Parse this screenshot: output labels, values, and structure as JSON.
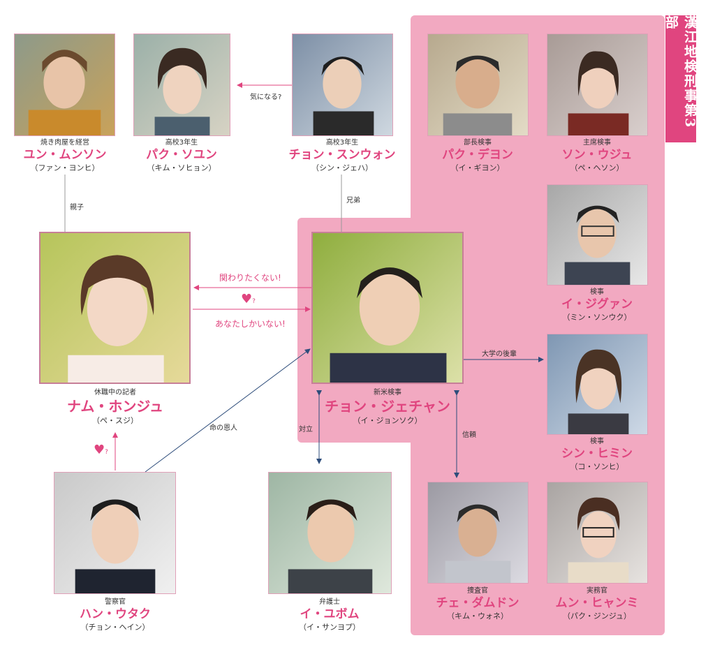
{
  "team": {
    "label": "漢江地検刑事第3部"
  },
  "colors": {
    "accent": "#e0457f",
    "panel": "#f2a9c1",
    "navy": "#2e4d7b",
    "pinkline": "#e0457f"
  },
  "people": {
    "yun": {
      "role": "焼き肉屋を経営",
      "name": "ユン・ムンソン",
      "actor": "（ファン・ヨンヒ）"
    },
    "park_soyun": {
      "role": "高校3年生",
      "name": "パク・ソユン",
      "actor": "（キム・ソヒョン）"
    },
    "seungwon": {
      "role": "高校3年生",
      "name": "チョン・スンウォン",
      "actor": "（シン・ジェハ）"
    },
    "park_deyon": {
      "role": "部長検事",
      "name": "パク・デヨン",
      "actor": "（イ・ギヨン）"
    },
    "son": {
      "role": "主席検事",
      "name": "ソン・ウジュ",
      "actor": "（ペ・ヘソン）"
    },
    "lee_jiguang": {
      "role": "検事",
      "name": "イ・ジグァン",
      "actor": "（ミン・ソンウク）"
    },
    "shin": {
      "role": "検事",
      "name": "シン・ヒミン",
      "actor": "（コ・ソンヒ）"
    },
    "nam": {
      "role": "休職中の記者",
      "name": "ナム・ホンジュ",
      "actor": "（ペ・スジ）"
    },
    "jeong": {
      "role": "新米検事",
      "name": "チョン・ジェチャン",
      "actor": "（イ・ジョンソク）"
    },
    "han": {
      "role": "警察官",
      "name": "ハン・ウタク",
      "actor": "（チョン・ヘイン）"
    },
    "lee_yubom": {
      "role": "弁護士",
      "name": "イ・ユボム",
      "actor": "（イ・サンヨプ）"
    },
    "choi": {
      "role": "捜査官",
      "name": "チェ・ダムドン",
      "actor": "（キム・ウォネ）"
    },
    "mun": {
      "role": "実務官",
      "name": "ムン・ヒャンミ",
      "actor": "（パク・ジンジュ）"
    }
  },
  "relations": {
    "curious": "気になる?",
    "parent": "親子",
    "brothers": "兄弟",
    "dont_want": "関わりたくない!",
    "only_you": "あなたしかいない!",
    "heart_q": "?",
    "savior": "命の恩人",
    "junior": "大学の後輩",
    "trust": "信頼",
    "rivalry": "対立"
  }
}
